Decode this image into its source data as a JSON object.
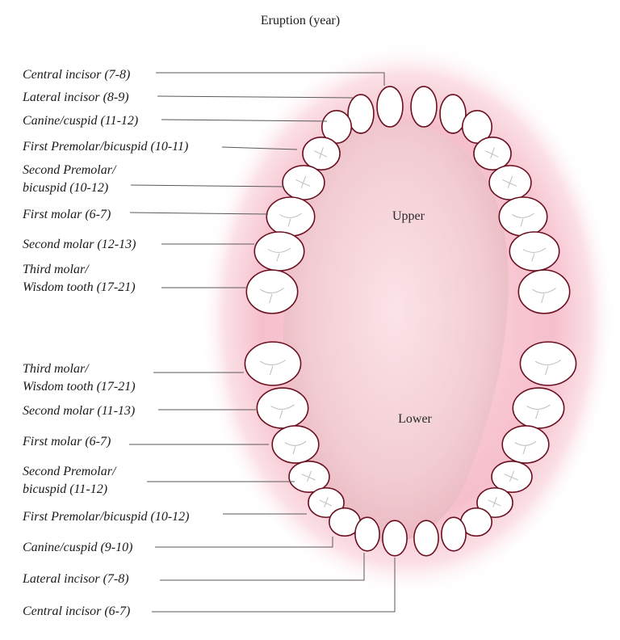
{
  "title": "Eruption (year)",
  "jaws": {
    "upper": "Upper",
    "lower": "Lower"
  },
  "upper_labels": [
    {
      "lines": [
        "Central incisor (7-8)"
      ]
    },
    {
      "lines": [
        "Lateral incisor (8-9)"
      ]
    },
    {
      "lines": [
        "Canine/cuspid (11-12)"
      ]
    },
    {
      "lines": [
        "First Premolar/bicuspid (10-11)"
      ]
    },
    {
      "lines": [
        "Second Premolar/",
        "bicuspid (10-12)"
      ]
    },
    {
      "lines": [
        "First molar (6-7)"
      ]
    },
    {
      "lines": [
        "Second molar (12-13)"
      ]
    },
    {
      "lines": [
        "Third molar/",
        "Wisdom tooth (17-21)"
      ]
    }
  ],
  "lower_labels": [
    {
      "lines": [
        "Third molar/",
        "Wisdom tooth (17-21)"
      ]
    },
    {
      "lines": [
        "Second molar (11-13)"
      ]
    },
    {
      "lines": [
        "First molar (6-7)"
      ]
    },
    {
      "lines": [
        "Second Premolar/",
        "bicuspid (11-12)"
      ]
    },
    {
      "lines": [
        "First Premolar/bicuspid (10-12)"
      ]
    },
    {
      "lines": [
        "Canine/cuspid (9-10)"
      ]
    },
    {
      "lines": [
        "Lateral incisor (7-8)"
      ]
    },
    {
      "lines": [
        "Central incisor (6-7)"
      ]
    }
  ],
  "colors": {
    "gum": "#f6bfcc",
    "palate": "#f0c9cf",
    "tooth_outline": "#6b1020"
  }
}
